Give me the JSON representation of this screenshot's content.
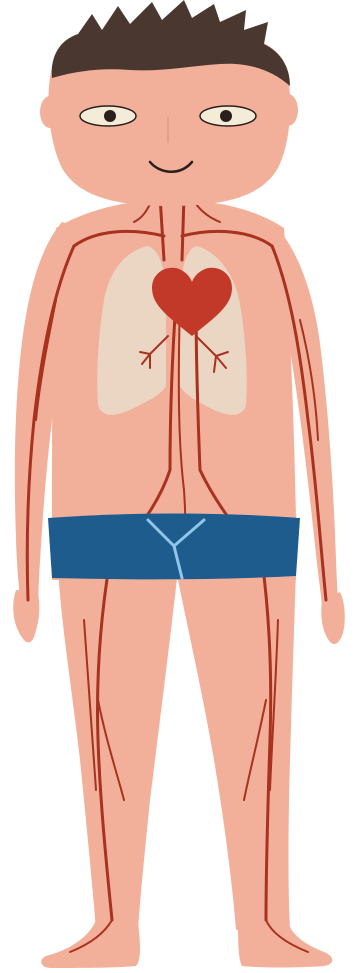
{
  "illustration": {
    "subject": "circulatory-system-figure",
    "colors": {
      "background": "#ffffff",
      "skin": "#F2B09A",
      "skin_shadow": "#E79E86",
      "hair": "#4A3830",
      "vessel": "#A8321F",
      "heart": "#C2392A",
      "lungs": "#EAD6C3",
      "shorts": "#1E5C8E",
      "shorts_seam": "#8FC6EA",
      "eye_white": "#F4EBD9",
      "pupil": "#2A1F1A"
    },
    "parts": [
      "hair",
      "head",
      "ears",
      "eyes",
      "nose",
      "mouth",
      "neck",
      "torso",
      "arms",
      "hands",
      "lungs",
      "heart",
      "blood-vessels",
      "shorts",
      "legs",
      "feet"
    ]
  }
}
